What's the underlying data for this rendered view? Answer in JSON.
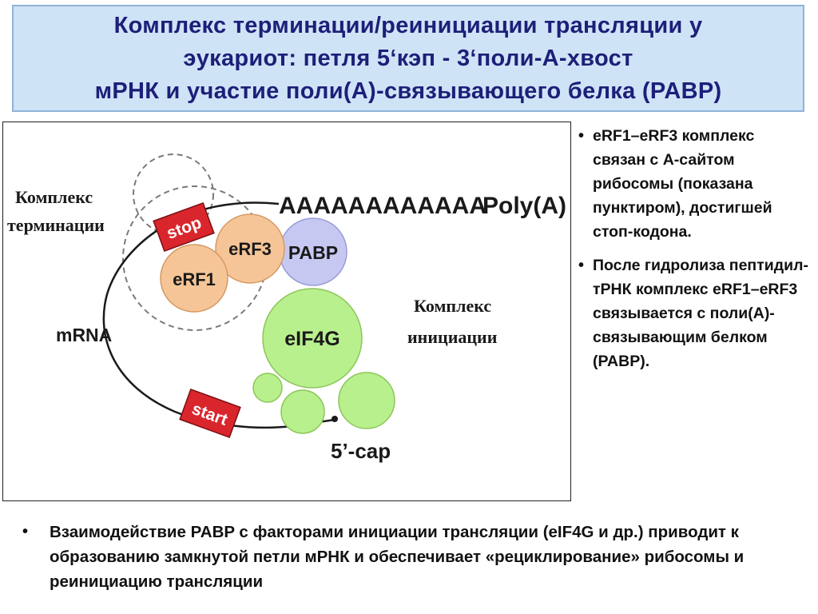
{
  "title": {
    "line1": "Комплекс терминации/реинициации трансляции у",
    "line2": "эукариот: петля 5‘кэп - 3‘поли-А-хвост",
    "line3": "мРНК и участие поли(А)-связывающего белка (PABP)"
  },
  "diagram": {
    "label_termination_1": "Комплекс",
    "label_termination_2": "терминации",
    "label_initiation_1": "Комплекс",
    "label_initiation_2": "инициации",
    "polya_sequence": "AAAAAAAAAAAA",
    "polya_label": "Poly(A)",
    "stop_label": "stop",
    "start_label": "start",
    "erf3_label": "eRF3",
    "erf1_label": "eRF1",
    "pabp_label": "PABP",
    "eif4g_label": "eIF4G",
    "mrna_label": "mRNA",
    "cap_label": "5’-cap",
    "colors": {
      "stop_sign": "#d9262c",
      "erf_circles": "#f6c597",
      "pabp_circle": "#c7c8f2",
      "eif_circles": "#b9f08e"
    }
  },
  "side_bullets": [
    "eRF1–eRF3 комплекс связан с А-сайтом рибосомы (показана пунктиром), достигшей стоп-кодона.",
    "После гидролиза пептидил-тРНК комплекс eRF1–eRF3 связывается с поли(А)-связывающим белком (PABP)."
  ],
  "bottom_bullets": [
    "Взаимодействие PABP с факторами инициации трансляции  (eIF4G и др.) приводит к образованию замкнутой петли мРНК  и обеспечивает «рециклирование» рибосомы и реинициацию трансляции"
  ]
}
